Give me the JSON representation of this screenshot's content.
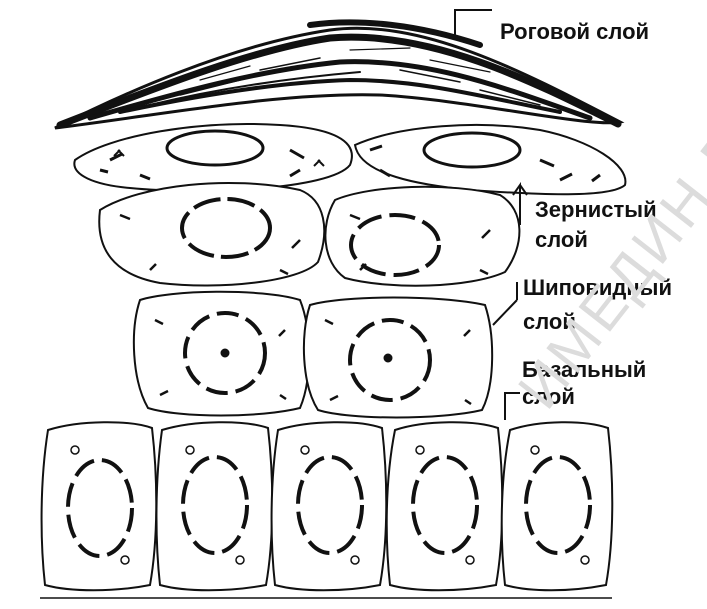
{
  "labels": {
    "stratum_corneum": "Роговой слой",
    "granular_line1": "Зернистый",
    "granular_line2": "слой",
    "spinous_line1": "Шиповидный",
    "spinous_line2": "слой",
    "basal_line1": "Базальный",
    "basal_line2": "слой"
  },
  "watermark": "ИМЕДИН Г. Л.",
  "colors": {
    "ink": "#111111",
    "paper": "#ffffff",
    "watermark": "#dcdcdc"
  }
}
